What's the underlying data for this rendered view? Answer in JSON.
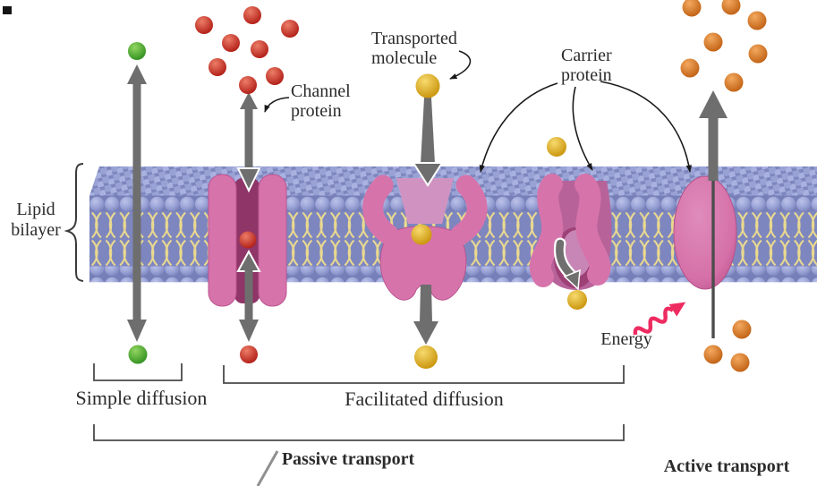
{
  "figure": {
    "labels": {
      "lipid_bilayer": {
        "line1": "Lipid",
        "line2": "bilayer"
      },
      "channel_protein": {
        "line1": "Channel",
        "line2": "protein"
      },
      "transported_molecule": {
        "line1": "Transported",
        "line2": "molecule"
      },
      "carrier_protein": {
        "line1": "Carrier",
        "line2": "protein"
      },
      "energy": "Energy"
    },
    "sections": {
      "simple_diffusion": "Simple diffusion",
      "facilitated_diffusion": "Facilitated diffusion",
      "passive_transport": "Passive transport",
      "active_transport": "Active transport"
    },
    "molecule_counts": {
      "green": 2,
      "red": 10,
      "yellow": 5,
      "orange": 10
    },
    "colors": {
      "lipid_head_blue": "#98a1d4",
      "lipid_tail_yellow": "#ead98f",
      "protein_pink": "#d773ab",
      "protein_dark_pink": "#8f3568",
      "arrow_gray": "#6e6e6e",
      "energy_pink": "#ee2c62",
      "molecule_green": "#2e8f1e",
      "molecule_red": "#b01b14",
      "molecule_yellow": "#c89208",
      "molecule_orange": "#bf5f12",
      "text": "#2b2b2b"
    }
  }
}
